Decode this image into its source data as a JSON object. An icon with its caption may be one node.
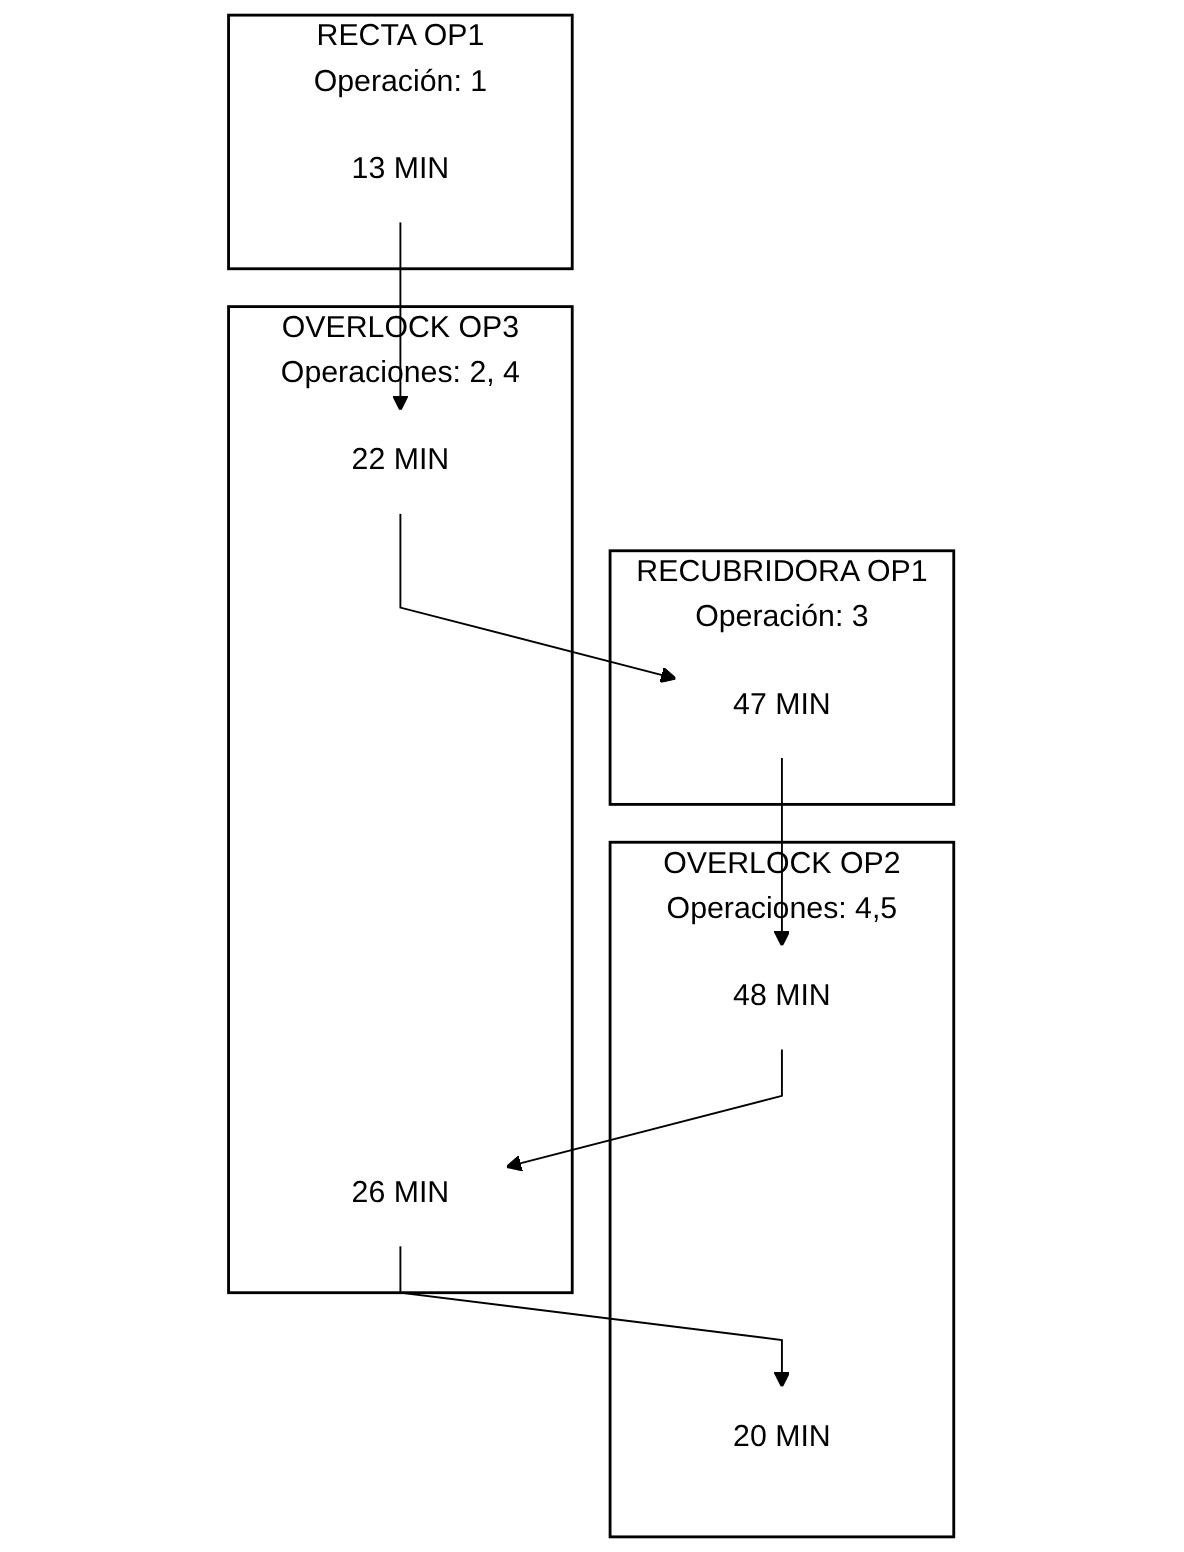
{
  "diagram": {
    "nodes": [
      {
        "text": [
          "OVERLOCK OP2",
          "Operaciones: 4,5"
        ]
      },
      {
        "text": [
          "48 MIN"
        ],
        "in": 0
      },
      {
        "text": [
          "20 MIN"
        ],
        "in": 0
      },
      {
        "text": [
          "OVERLOCK OP3",
          "Operaciones: 2, 4"
        ]
      },
      {
        "text": [
          "22 MIN"
        ],
        "in": 3
      },
      {
        "text": [
          "26 MIN"
        ],
        "in": 3
      },
      {
        "text": [
          "RECTA OP1",
          "Operación: 1"
        ]
      },
      {
        "text": [
          "13 MIN"
        ],
        "in": 6
      },
      {
        "text": [
          "RECUBRIDORA OP1",
          "Operación: 3"
        ]
      },
      {
        "text": [
          "47 MIN"
        ],
        "in": 8
      }
    ],
    "edges": [
      {
        "from": 7,
        "to": 4,
        "arrow": "to"
      },
      {
        "from": 4,
        "to": 9,
        "arrow": "to"
      },
      {
        "from": 9,
        "to": 1,
        "arrow": "to"
      },
      {
        "from": 1,
        "to": 5,
        "arrow": "to"
      },
      {
        "from": 5,
        "to": 2,
        "arrow": "to"
      }
    ]
  }
}
